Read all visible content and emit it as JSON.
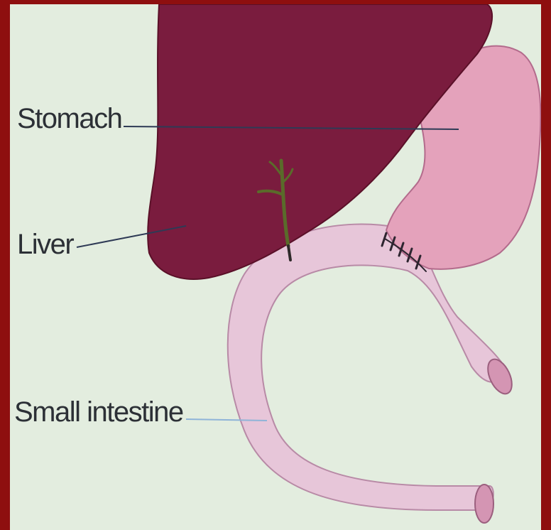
{
  "labels": {
    "stomach": "Stomach",
    "liver": "Liver",
    "small_intestine": "Small intestine"
  },
  "colors": {
    "frame": "#8e0f0f",
    "background": "#e3eddf",
    "liver": "#7a1c3e",
    "stomach": "#e4a2bb",
    "intestine": "#e7c6d9",
    "bile_duct": "#5a6b2a",
    "leader_line": "#2e3a55",
    "intestine_leader": "#8fb4d8"
  }
}
